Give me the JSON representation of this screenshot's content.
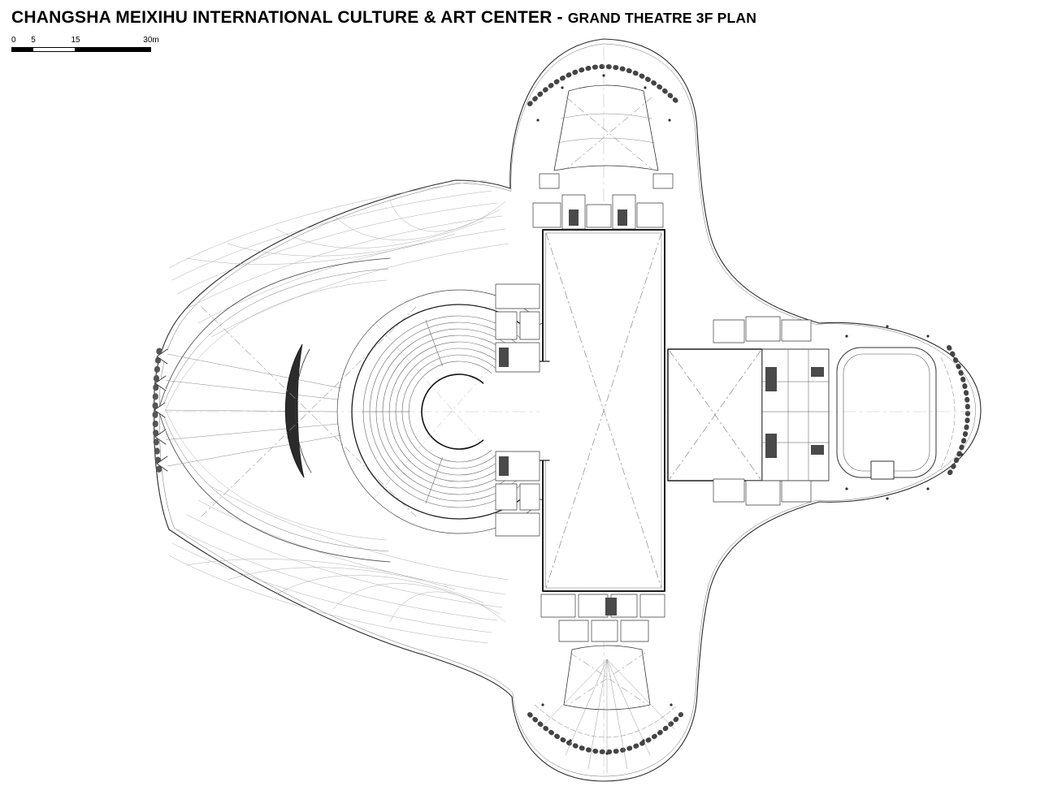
{
  "header": {
    "title_main": "CHANGSHA MEIXIHU INTERNATIONAL CULTURE & ART CENTER -",
    "title_sub": "GRAND THEATRE 3F PLAN"
  },
  "scale_bar": {
    "labels": [
      "0",
      "5",
      "15",
      "30m"
    ]
  },
  "drawing": {
    "type": "architectural-floor-plan",
    "floor": "3F",
    "line_color": "#1f1f1f",
    "secondary_line_color": "#777777",
    "light_line_color": "#aaaaaa",
    "background_color": "#ffffff"
  }
}
